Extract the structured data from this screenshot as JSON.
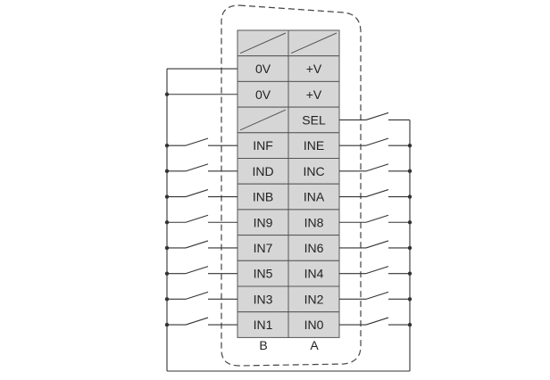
{
  "diagram": {
    "colors": {
      "cell_fill": "#d6d6d6",
      "cell_stroke": "#555555",
      "wire": "#333333",
      "outline": "#444444",
      "text": "#222222"
    },
    "header_row": {
      "b": "",
      "a": ""
    },
    "rows": [
      {
        "b": "0V",
        "a": "+V"
      },
      {
        "b": "0V",
        "a": "+V"
      },
      {
        "b": "",
        "a": "SEL"
      },
      {
        "b": "INF",
        "a": "INE"
      },
      {
        "b": "IND",
        "a": "INC"
      },
      {
        "b": "INB",
        "a": "INA"
      },
      {
        "b": "IN9",
        "a": "IN8"
      },
      {
        "b": "IN7",
        "a": "IN6"
      },
      {
        "b": "IN5",
        "a": "IN4"
      },
      {
        "b": "IN3",
        "a": "IN2"
      },
      {
        "b": "IN1",
        "a": "IN0"
      }
    ],
    "column_labels": {
      "b": "B",
      "a": "A"
    }
  }
}
